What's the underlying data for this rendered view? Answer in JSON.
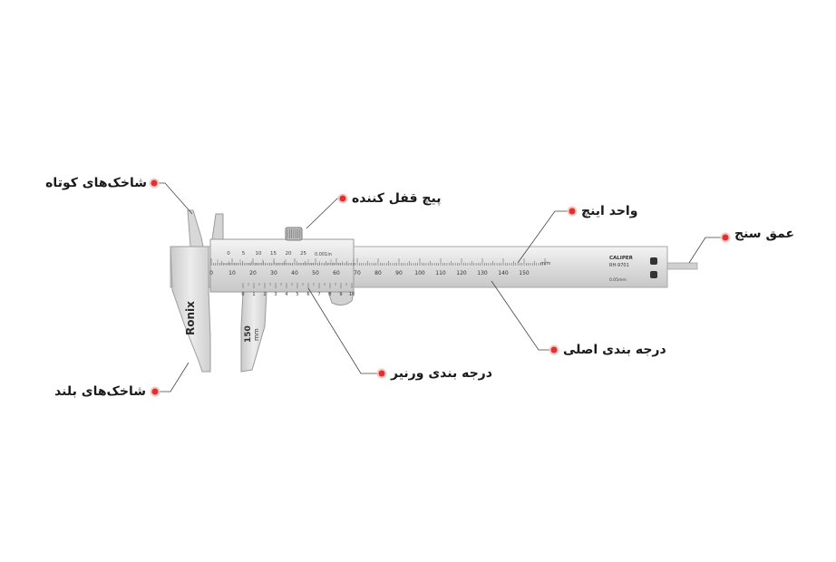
{
  "callouts": {
    "short_jaws": "شاخک‌های کوتاه",
    "lock_screw": "پیچ قفل کننده",
    "inch_unit": "واحد اینچ",
    "depth_gauge": "عمق سنج",
    "main_scale": "درجه بندی اصلی",
    "vernier_scale": "درجه بندی ورنیر",
    "long_jaws": "شاخک‌های بلند"
  },
  "caliper": {
    "brand": "Ronix",
    "jaw_marking_value": "150",
    "jaw_marking_unit": "mm",
    "model_name": "CALIPER",
    "model_code": "RH-9701",
    "resolution": "0.05mm",
    "inch_resolution": "0.001in",
    "main_unit": "m/m",
    "main_scale_numbers": [
      "0",
      "10",
      "20",
      "30",
      "40",
      "50",
      "60",
      "70",
      "80",
      "90",
      "100",
      "110",
      "120",
      "130",
      "140",
      "150"
    ],
    "inch_scale_numbers": [
      "0",
      "5",
      "10",
      "15",
      "20",
      "25"
    ],
    "vernier_numbers": [
      "0",
      "1",
      "2",
      "3",
      "4",
      "5",
      "6",
      "7",
      "8",
      "9",
      "10"
    ]
  },
  "colors": {
    "dot": "#e03030",
    "leader": "#444444",
    "steel_light": "#e6e6e6",
    "steel_dark": "#b9b9b9"
  }
}
